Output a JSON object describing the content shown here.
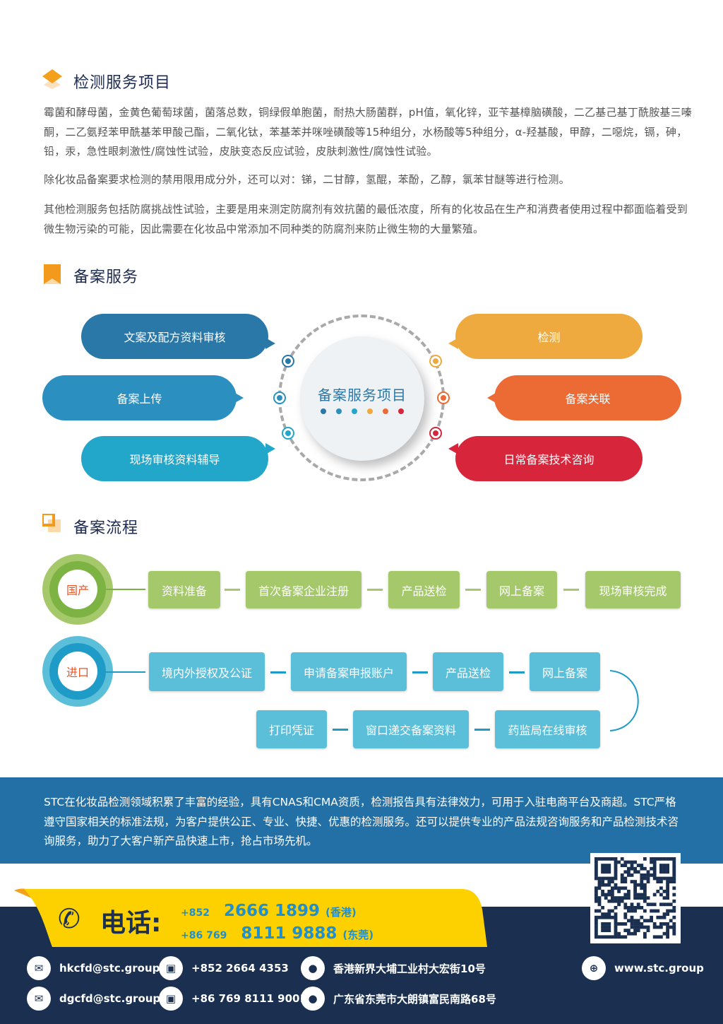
{
  "section1": {
    "title": "检测服务项目",
    "paragraphs": [
      "霉菌和酵母菌，金黄色葡萄球菌，菌落总数，铜绿假单胞菌，耐热大肠菌群，pH值，氧化锌，亚苄基樟脑磺酸，二乙基己基丁酰胺基三嗪酮，二乙氨羟苯甲酰基苯甲酸己酯，二氧化钛，苯基苯并咪唑磺酸等15种组分，水杨酸等5种组分，α-羟基酸，甲醇，二噁烷，镉，砷，铅，汞，急性眼刺激性/腐蚀性试验，皮肤变态反应试验，皮肤刺激性/腐蚀性试验。",
      "除化妆品备案要求检测的禁用限用成分外，还可以对：锑，二甘醇，氢醌，苯酚，乙醇，氯苯甘醚等进行检测。",
      "其他检测服务包括防腐挑战性试验，主要是用来测定防腐剂有效抗菌的最低浓度，所有的化妆品在生产和消费者使用过程中都面临着受到微生物污染的可能，因此需要在化妆品中常添加不同种类的防腐剂来防止微生物的大量繁殖。"
    ]
  },
  "section2": {
    "title": "备案服务",
    "center": "备案服务项目",
    "left": [
      "文案及配方资料审核",
      "备案上传",
      "现场审核资料辅导"
    ],
    "right": [
      "检测",
      "备案关联",
      "日常备案技术咨询"
    ],
    "colors": [
      "#2a78a8",
      "#2b90c0",
      "#22a6ca",
      "#eeaa3e",
      "#ec6b35",
      "#d7263b"
    ]
  },
  "section3": {
    "title": "备案流程",
    "domestic": {
      "label": "国产",
      "steps": [
        "资料准备",
        "首次备案企业注册",
        "产品送检",
        "网上备案",
        "现场审核完成"
      ]
    },
    "imported": {
      "label": "进口",
      "steps": [
        "境内外授权及公证",
        "申请备案申报账户",
        "产品送检",
        "网上备案",
        "药监局在线审核",
        "窗口递交备案资料",
        "打印凭证"
      ]
    }
  },
  "banner": {
    "text": "STC在化妆品检测领域积累了丰富的经验，具有CNAS和CMA资质，检测报告具有法律效力，可用于入驻电商平台及商超。STC严格遵守国家相关的标准法规，为客户提供公正、专业、快捷、优惠的检测服务。还可以提供专业的产品法规咨询服务和产品检测技术咨询服务，助力了大客户新产品快速上市，抢占市场先机。"
  },
  "footer": {
    "phone_label": "电话:",
    "phones": [
      {
        "code": "+852",
        "number": "2666 1899",
        "region": "(香港)"
      },
      {
        "code": "+86 769",
        "number": "8111 9888",
        "region": "(东莞)"
      }
    ],
    "emails": [
      "hkcfd@stc.group",
      "dgcfd@stc.group"
    ],
    "faxes": [
      "+852 2664 4353",
      "+86 769 8111 9001"
    ],
    "addresses": [
      "香港新界大埔工业村大宏街10号",
      "广东省东莞市大朗镇富民南路68号"
    ],
    "website": "www.stc.group"
  }
}
